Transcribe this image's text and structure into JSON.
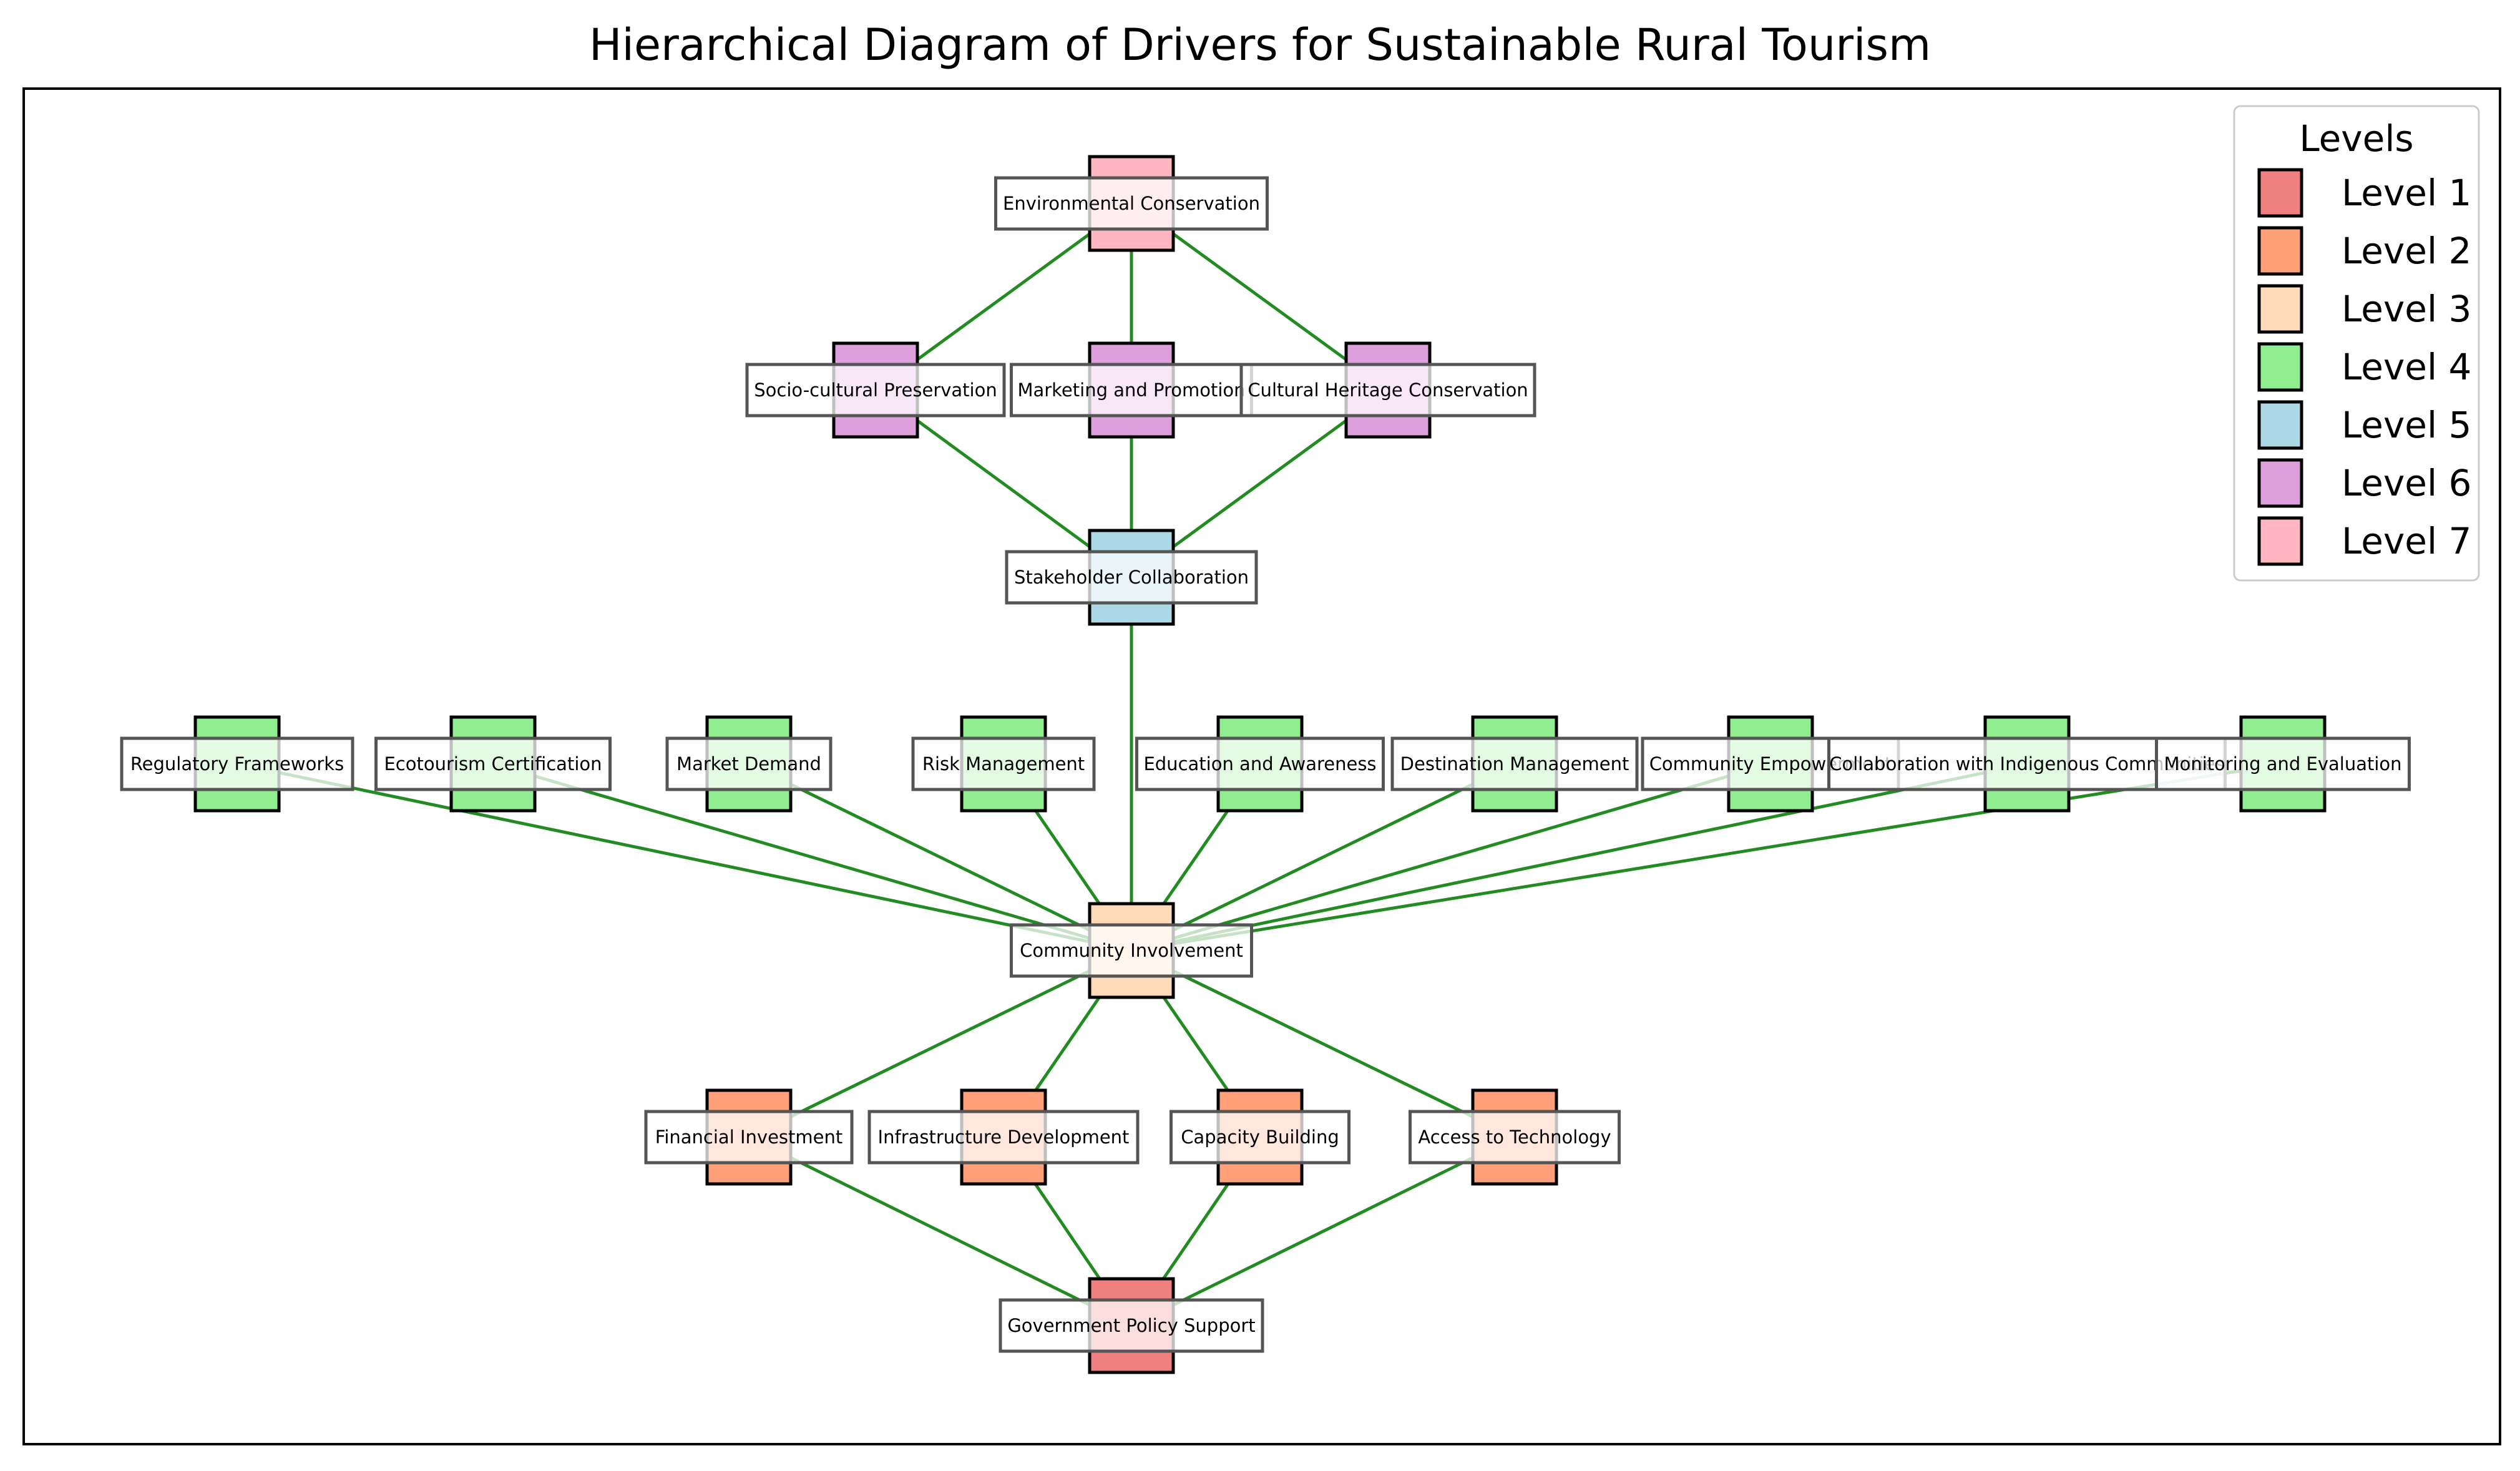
{
  "title": "Hierarchical Diagram of Drivers for Sustainable Rural Tourism",
  "legend": {
    "title": "Levels",
    "items": [
      {
        "label": "Level 1",
        "color": "#f08080"
      },
      {
        "label": "Level 2",
        "color": "#ffa07a"
      },
      {
        "label": "Level 3",
        "color": "#ffdab9"
      },
      {
        "label": "Level 4",
        "color": "#90ee90"
      },
      {
        "label": "Level 5",
        "color": "#add8e6"
      },
      {
        "label": "Level 6",
        "color": "#dda0dd"
      },
      {
        "label": "Level 7",
        "color": "#ffb6c1"
      }
    ]
  },
  "colors": {
    "edge": "#228b22",
    "frame": "#000000",
    "label_box_border": "#555555"
  },
  "nodes": [
    {
      "id": "gov",
      "label": "Government Policy Support",
      "level": 1
    },
    {
      "id": "fin",
      "label": "Financial Investment",
      "level": 2
    },
    {
      "id": "infra",
      "label": "Infrastructure Development",
      "level": 2
    },
    {
      "id": "cap",
      "label": "Capacity Building",
      "level": 2
    },
    {
      "id": "tech",
      "label": "Access to Technology",
      "level": 2
    },
    {
      "id": "comm",
      "label": "Community Involvement",
      "level": 3
    },
    {
      "id": "reg",
      "label": "Regulatory Frameworks",
      "level": 4
    },
    {
      "id": "eco",
      "label": "Ecotourism Certification",
      "level": 4
    },
    {
      "id": "mkt",
      "label": "Market Demand",
      "level": 4
    },
    {
      "id": "risk",
      "label": "Risk Management",
      "level": 4
    },
    {
      "id": "edu",
      "label": "Education and Awareness",
      "level": 4
    },
    {
      "id": "dest",
      "label": "Destination Management",
      "level": 4
    },
    {
      "id": "emp",
      "label": "Community Empowerment",
      "level": 4
    },
    {
      "id": "indig",
      "label": "Collaboration with Indigenous Communities",
      "level": 4
    },
    {
      "id": "mon",
      "label": "Monitoring and Evaluation",
      "level": 4
    },
    {
      "id": "stake",
      "label": "Stakeholder Collaboration",
      "level": 5
    },
    {
      "id": "socio",
      "label": "Socio-cultural Preservation",
      "level": 6
    },
    {
      "id": "mktp",
      "label": "Marketing and Promotion",
      "level": 6
    },
    {
      "id": "cult",
      "label": "Cultural Heritage Conservation",
      "level": 6
    },
    {
      "id": "env",
      "label": "Environmental Conservation",
      "level": 7
    }
  ],
  "edges": [
    [
      "gov",
      "fin"
    ],
    [
      "gov",
      "infra"
    ],
    [
      "gov",
      "cap"
    ],
    [
      "gov",
      "tech"
    ],
    [
      "fin",
      "comm"
    ],
    [
      "infra",
      "comm"
    ],
    [
      "cap",
      "comm"
    ],
    [
      "tech",
      "comm"
    ],
    [
      "comm",
      "reg"
    ],
    [
      "comm",
      "eco"
    ],
    [
      "comm",
      "mkt"
    ],
    [
      "comm",
      "risk"
    ],
    [
      "comm",
      "edu"
    ],
    [
      "comm",
      "dest"
    ],
    [
      "comm",
      "emp"
    ],
    [
      "comm",
      "indig"
    ],
    [
      "comm",
      "mon"
    ],
    [
      "comm",
      "stake"
    ],
    [
      "stake",
      "socio"
    ],
    [
      "stake",
      "mktp"
    ],
    [
      "stake",
      "cult"
    ],
    [
      "socio",
      "env"
    ],
    [
      "mktp",
      "env"
    ],
    [
      "cult",
      "env"
    ]
  ]
}
